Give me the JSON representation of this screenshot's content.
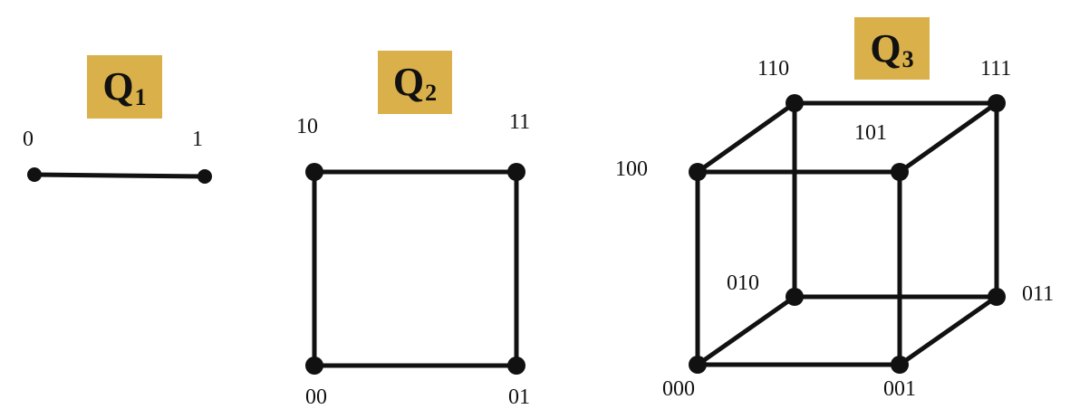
{
  "q1": {
    "title": "Q",
    "subscript": "1",
    "vertex_labels": [
      "0",
      "1"
    ]
  },
  "q2": {
    "title": "Q",
    "subscript": "2",
    "vertex_labels": [
      "10",
      "11",
      "00",
      "01"
    ]
  },
  "q3": {
    "title": "Q",
    "subscript": "3",
    "vertex_labels": [
      "110",
      "111",
      "101",
      "100",
      "010",
      "011",
      "000",
      "001"
    ]
  },
  "colors": {
    "title_background": "#d9b04a",
    "edges": "#111111",
    "text": "#111111"
  }
}
